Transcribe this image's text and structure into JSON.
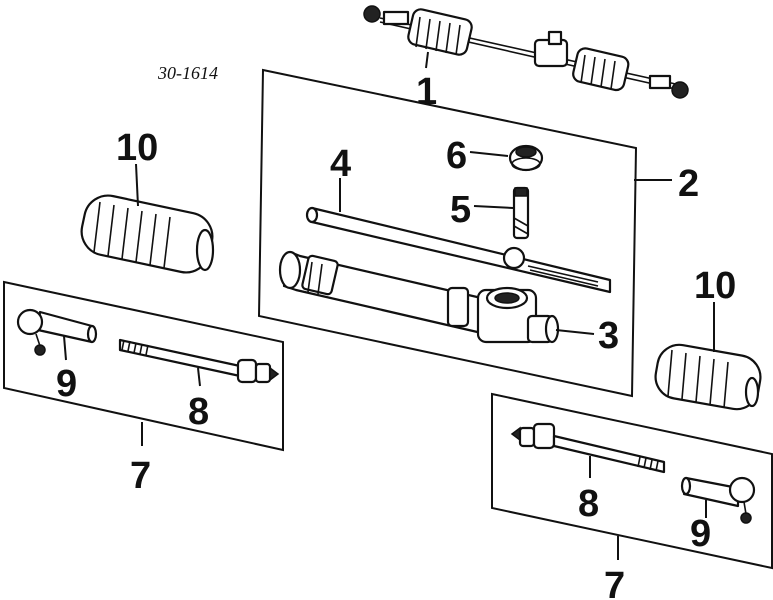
{
  "reference_code": "30-1614",
  "callouts": {
    "c1": "1",
    "c2": "2",
    "c3": "3",
    "c4": "4",
    "c5": "5",
    "c6": "6",
    "c7_left": "7",
    "c7_right": "7",
    "c8_left": "8",
    "c8_right": "8",
    "c9_left": "9",
    "c9_right": "9",
    "c10_left": "10",
    "c10_right": "10"
  },
  "colors": {
    "ink": "#111111",
    "paper": "#ffffff"
  }
}
